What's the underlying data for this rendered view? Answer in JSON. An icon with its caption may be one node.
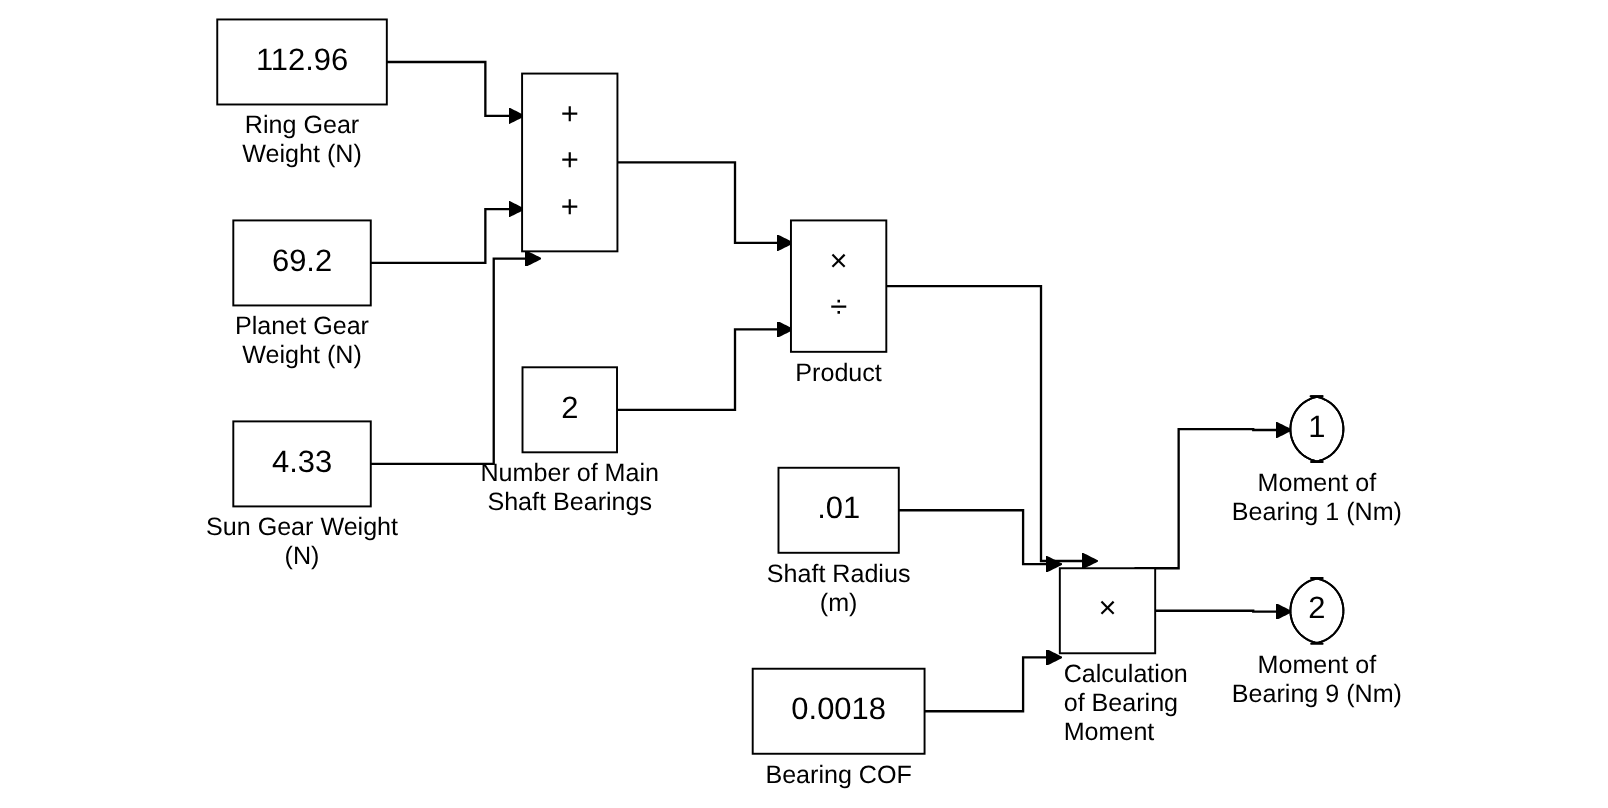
{
  "diagram": {
    "nodes": [
      {
        "text": [
          "112.96"
        ],
        "beside": [
          "Ring Gear Weight (N)"
        ]
      },
      {
        "text": [
          "69.2"
        ],
        "beside": [
          "Planet Gear Weight (N)"
        ]
      },
      {
        "text": [
          "4.33"
        ],
        "beside": [
          "Sun Gear Weight (N)"
        ]
      },
      {
        "text": [
          "+",
          "+",
          "+"
        ]
      },
      {
        "text": [
          "2"
        ],
        "beside": [
          "Number of Main Shaft Bearings"
        ]
      },
      {
        "text": [
          "×",
          "÷"
        ],
        "beside": [
          "Product"
        ]
      },
      {
        "text": [
          ".01"
        ],
        "beside": [
          "Shaft Radius (m)"
        ]
      },
      {
        "text": [
          "0.0018"
        ],
        "beside": [
          "Bearing COF"
        ]
      },
      {
        "text": [
          "×"
        ],
        "beside": [
          "Calculation of Bearing Moment"
        ]
      },
      {
        "text": [
          "1"
        ],
        "beside": [
          "Moment of Bearing 1 (Nm)"
        ]
      },
      {
        "text": [
          "2"
        ],
        "beside": [
          "Moment of Bearing 9 (Nm)"
        ]
      }
    ],
    "edges": [
      {
        "from": 0,
        "to": 3,
        "arrow": "to"
      },
      {
        "from": 1,
        "to": 3,
        "arrow": "to"
      },
      {
        "from": 2,
        "to": 3,
        "arrow": "to"
      },
      {
        "from": 3,
        "to": 5,
        "arrow": "to"
      },
      {
        "from": 4,
        "to": 5,
        "arrow": "to"
      },
      {
        "from": 5,
        "to": 8,
        "arrow": "to"
      },
      {
        "from": 6,
        "to": 8,
        "arrow": "to"
      },
      {
        "from": 7,
        "to": 8,
        "arrow": "to"
      },
      {
        "from": 8,
        "to": 9,
        "arrow": "to"
      },
      {
        "from": 8,
        "to": 10,
        "arrow": "to"
      }
    ]
  }
}
